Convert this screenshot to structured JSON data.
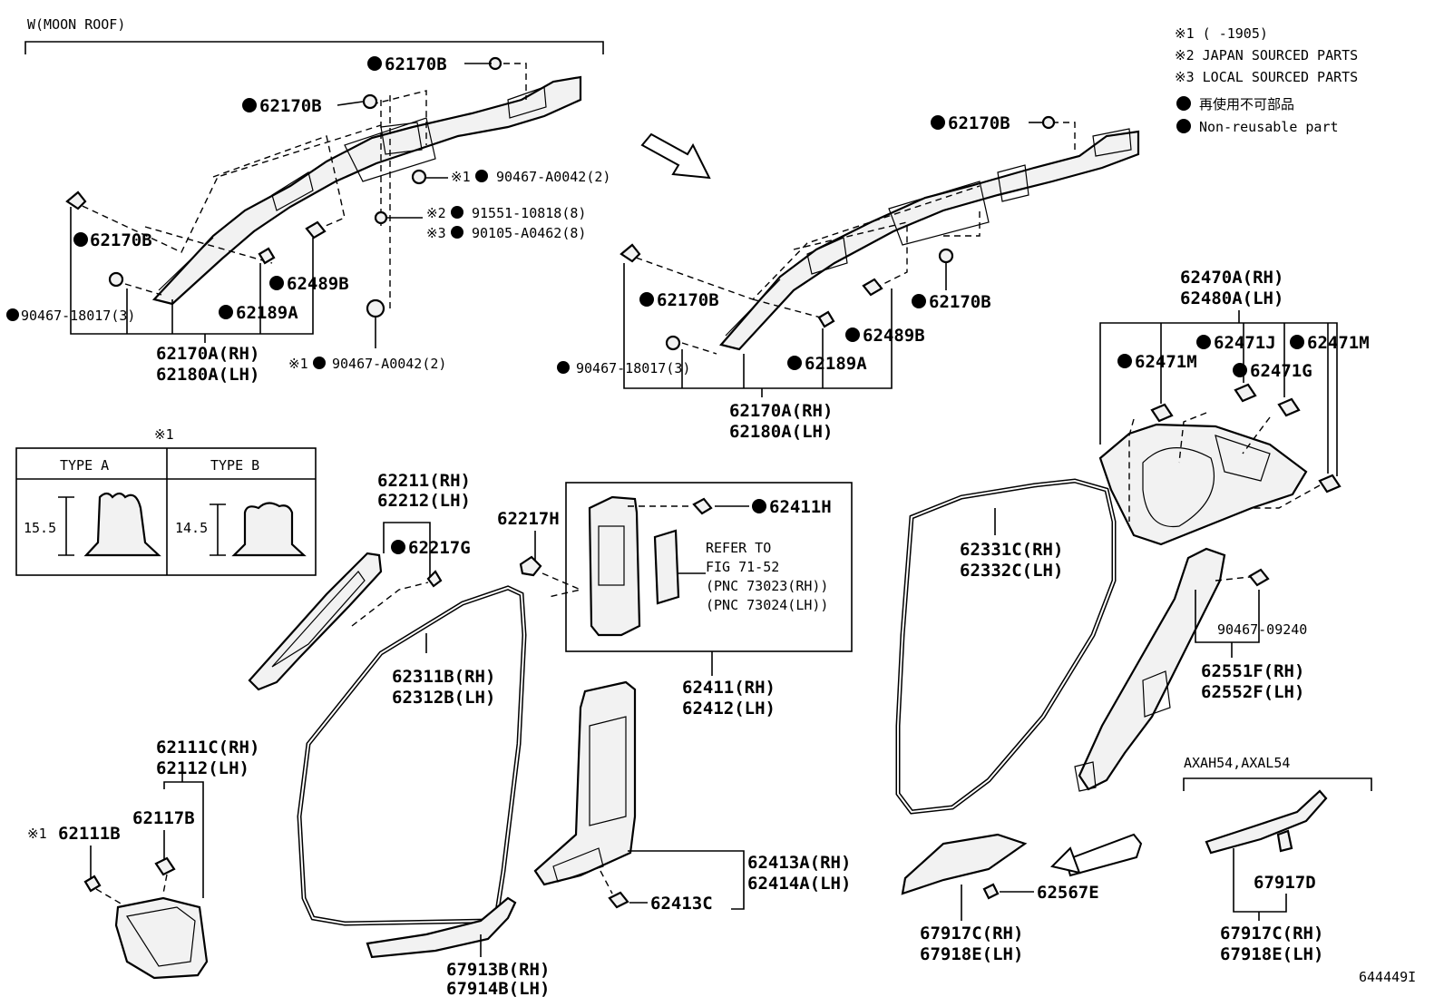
{
  "legend": {
    "note1": "※1 (      -1905)",
    "note2": "※2 JAPAN SOURCED PARTS",
    "note3": "※3 LOCAL SOURCED PARTS",
    "nonreuse_jp": "再使用不可部品",
    "nonreuse_en": "Non-reusable part"
  },
  "top_left": {
    "group_title": "W(MOON ROOF)",
    "lbl_62170B_a": "62170B",
    "lbl_62170B_b": "62170B",
    "lbl_62170B_c": "62170B",
    "lbl_90467_A0042_top": "90467-A0042(2)",
    "lbl_91551": "91551-10818(8)",
    "lbl_90105": "90105-A0462(8)",
    "lbl_62489B": "62489B",
    "lbl_90467_18017": "90467-18017(3)",
    "lbl_62189A": "62189A",
    "lbl_rh": "62170A(RH)",
    "lbl_lh": "62180A(LH)",
    "lbl_90467_A0042_bot": "90467-A0042(2)",
    "mark1": "※1",
    "mark2": "※2",
    "mark3": "※3"
  },
  "top_right": {
    "lbl_62170B_a": "62170B",
    "lbl_62170B_b": "62170B",
    "lbl_62170B_c": "62170B",
    "lbl_62489B": "62489B",
    "lbl_90467_18017": "90467-18017(3)",
    "lbl_62189A": "62189A",
    "lbl_rh": "62170A(RH)",
    "lbl_lh": "62180A(LH)"
  },
  "type_box": {
    "mark": "※1",
    "type_a": "TYPE A",
    "type_b": "TYPE B",
    "dim_a": "15.5",
    "dim_b": "14.5"
  },
  "quarter": {
    "lbl_rh": "62470A(RH)",
    "lbl_lh": "62480A(LH)",
    "lbl_62471M_a": "62471M",
    "lbl_62471J": "62471J",
    "lbl_62471M_b": "62471M",
    "lbl_62471G": "62471G"
  },
  "a_pillar": {
    "lbl_rh": "62211(RH)",
    "lbl_lh": "62212(LH)",
    "lbl_62217G": "62217G",
    "lbl_62217H": "62217H"
  },
  "b_pillar_upper": {
    "lbl_62411H": "62411H",
    "refer_1": "REFER TO",
    "refer_2": "FIG 71-52",
    "refer_3": "(PNC 73023(RH))",
    "refer_4": "(PNC 73024(LH))",
    "lbl_rh": "62411(RH)",
    "lbl_lh": "62412(LH)"
  },
  "front_weather": {
    "lbl_rh": "62311B(RH)",
    "lbl_lh": "62312B(LH)"
  },
  "rear_weather": {
    "lbl_rh": "62331C(RH)",
    "lbl_lh": "62332C(LH)"
  },
  "c_pillar_lower": {
    "lbl_90467_09240": "90467-09240",
    "lbl_rh": "62551F(RH)",
    "lbl_lh": "62552F(LH)"
  },
  "cowl_side": {
    "lbl_rh": "62111C(RH)",
    "lbl_lh": "62112(LH)",
    "lbl_62117B": "62117B",
    "mark": "※1",
    "lbl_62111B": "62111B"
  },
  "b_pillar_lower": {
    "lbl_rh": "62413A(RH)",
    "lbl_lh": "62414A(LH)",
    "lbl_62413C": "62413C"
  },
  "front_scuff": {
    "lbl_rh": "67913B(RH)",
    "lbl_lh": "67914B(LH)"
  },
  "rear_scuff": {
    "lbl_62567E": "62567E",
    "lbl_rh": "67917C(RH)",
    "lbl_lh": "67918E(LH)"
  },
  "axah": {
    "title": "AXAH54,AXAL54",
    "lbl_67917D": "67917D",
    "lbl_rh": "67917C(RH)",
    "lbl_lh": "67918E(LH)"
  },
  "figure_id": "644449I"
}
